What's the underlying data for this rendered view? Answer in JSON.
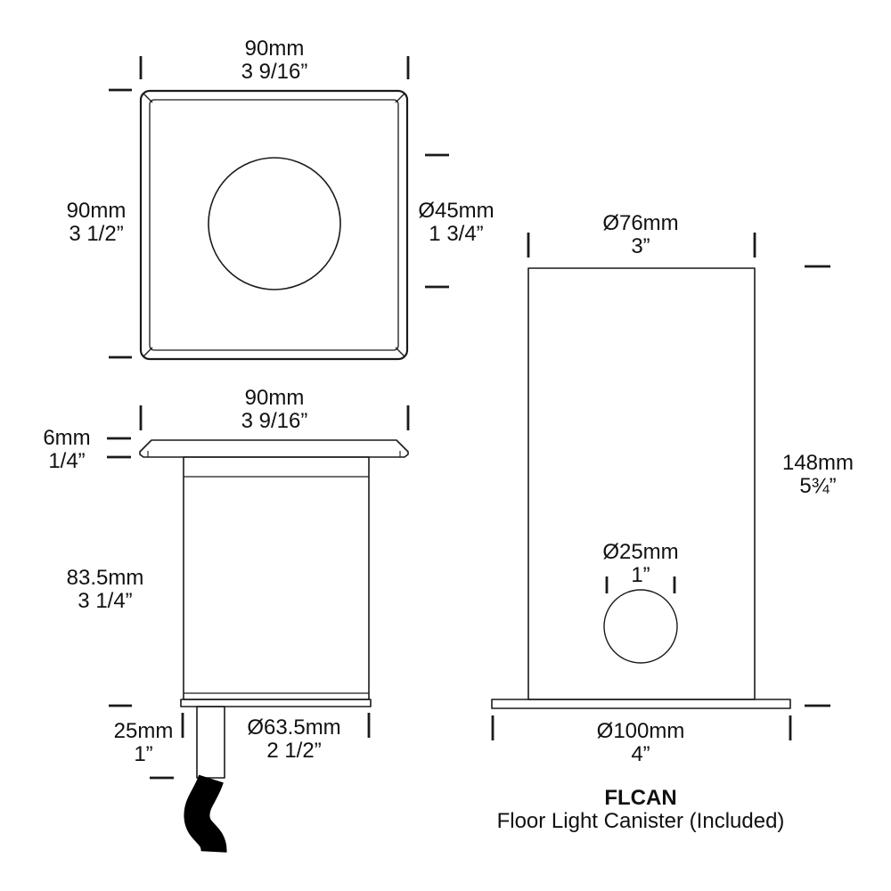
{
  "colors": {
    "background": "#ffffff",
    "line": "#1a1a1a",
    "cable": "#000000",
    "text": "#111111"
  },
  "views": {
    "faceplate_front": {
      "width_dim": {
        "mm": "90mm",
        "inch": "3 9/16”"
      },
      "height_dim": {
        "mm": "90mm",
        "inch": "3 1/2”"
      },
      "lens_dim": {
        "mm": "Ø45mm",
        "inch": "1 3/4”"
      }
    },
    "faceplate_side": {
      "width_dim": {
        "mm": "90mm",
        "inch": "3 9/16”"
      },
      "flange_dim": {
        "mm": "6mm",
        "inch": "1/4”"
      },
      "body_height_dim": {
        "mm": "83.5mm",
        "inch": "3 1/4”"
      },
      "stem_dim": {
        "mm": "25mm",
        "inch": "1”"
      },
      "body_dia_dim": {
        "mm": "Ø63.5mm",
        "inch": "2 1/2”"
      }
    },
    "canister": {
      "top_dia_dim": {
        "mm": "Ø76mm",
        "inch": "3”"
      },
      "height_dim": {
        "mm": "148mm",
        "inch": "5¾”"
      },
      "hole_dim": {
        "mm": "Ø25mm",
        "inch": "1”"
      },
      "base_dia_dim": {
        "mm": "Ø100mm",
        "inch": "4”"
      },
      "caption_code": "FLCAN",
      "caption_name": "Floor Light Canister (Included)"
    }
  }
}
